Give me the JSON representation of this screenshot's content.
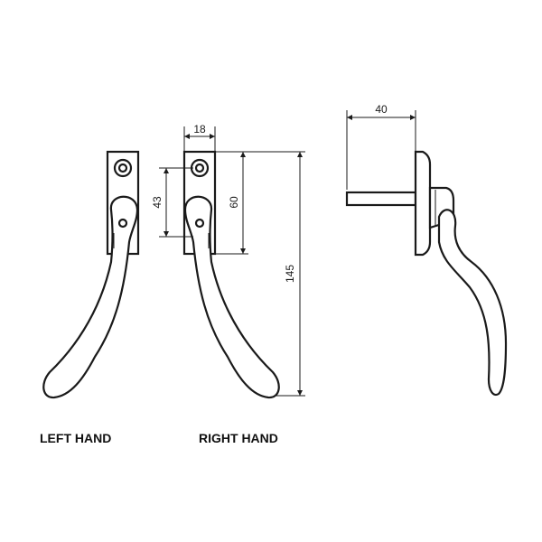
{
  "captions": {
    "left_hand": "LEFT HAND",
    "right_hand": "RIGHT HAND"
  },
  "dimensions": {
    "width_backplate": "18",
    "height_fixing_centres": "43",
    "height_backplate": "60",
    "height_overall": "145",
    "projection": "40"
  },
  "colors": {
    "line": "#1a1a1a",
    "background": "#ffffff"
  }
}
